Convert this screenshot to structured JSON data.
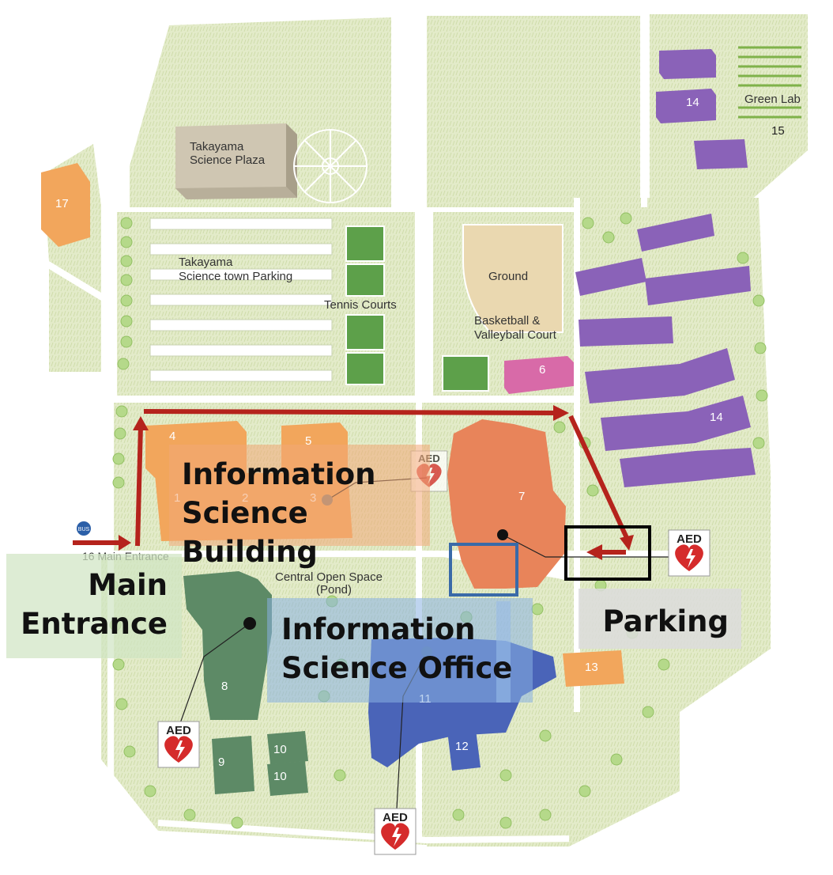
{
  "map": {
    "places": {
      "takayama_plaza": [
        "Takayama",
        "Science Plaza"
      ],
      "parking_lot": [
        "Takayama",
        "Science town Parking"
      ],
      "tennis": "Tennis Courts",
      "ground": "Ground",
      "court": [
        "Basketball &",
        "Valleyball Court"
      ],
      "green_lab": "Green Lab",
      "pond": [
        "Central Open Space",
        "(Pond)"
      ],
      "main_entrance_small": "16 Main Entrance",
      "bus": "BUS"
    },
    "building_numbers": {
      "b17": "17",
      "b14a": "14",
      "b15": "15",
      "b6": "6",
      "b14b": "14",
      "b4": "4",
      "b5": "5",
      "b1": "1",
      "b2": "2",
      "b3": "3",
      "b7": "7",
      "b8": "8",
      "b9": "9",
      "b10a": "10",
      "b10b": "10",
      "b11": "11",
      "b12": "12",
      "b13": "13"
    },
    "aed_label": "AED",
    "colors": {
      "ground": "#e4eccc",
      "path": "#ffffff",
      "route": "#b5231c",
      "orange_building": "#f2a65c",
      "salmon_building": "#e8845a",
      "green_building": "#5d8a66",
      "blue_building": "#4a64b8",
      "purple_building": "#8a62b8",
      "pink_building": "#d86aa8",
      "tan_building": "#cfc6b2"
    }
  },
  "callouts": {
    "info_building": [
      "Information",
      "Science Building"
    ],
    "main_entrance": [
      "Main",
      "Entrance"
    ],
    "info_office": [
      "Information",
      "Science Office"
    ],
    "parking": "Parking"
  }
}
